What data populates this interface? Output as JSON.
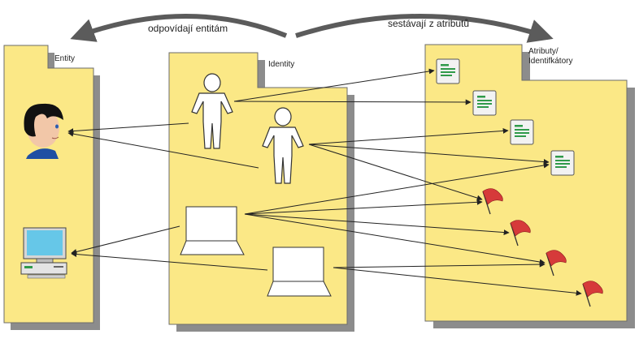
{
  "arrows": {
    "left_label": "odpovídají entitám",
    "right_label": "sestávají z atributů"
  },
  "panels": {
    "entities_title": "Entity",
    "identities_title": "Identity",
    "attributes_title_line1": "Atributy/",
    "attributes_title_line2": "Identifkátory"
  },
  "colors": {
    "panel_fill": "#fbe886",
    "panel_stroke": "#6b6b6b",
    "shadow": "#8c8c8c",
    "arc": "#5b5b5b",
    "arrow": "#222222",
    "flag": "#d63a3a",
    "badge_green": "#2f9a4a",
    "monitor_screen": "#66c7e8"
  },
  "icons": [
    "person-head-icon",
    "computer-icon",
    "user-figure-icon",
    "laptop-icon",
    "id-card-icon",
    "flag-icon"
  ]
}
